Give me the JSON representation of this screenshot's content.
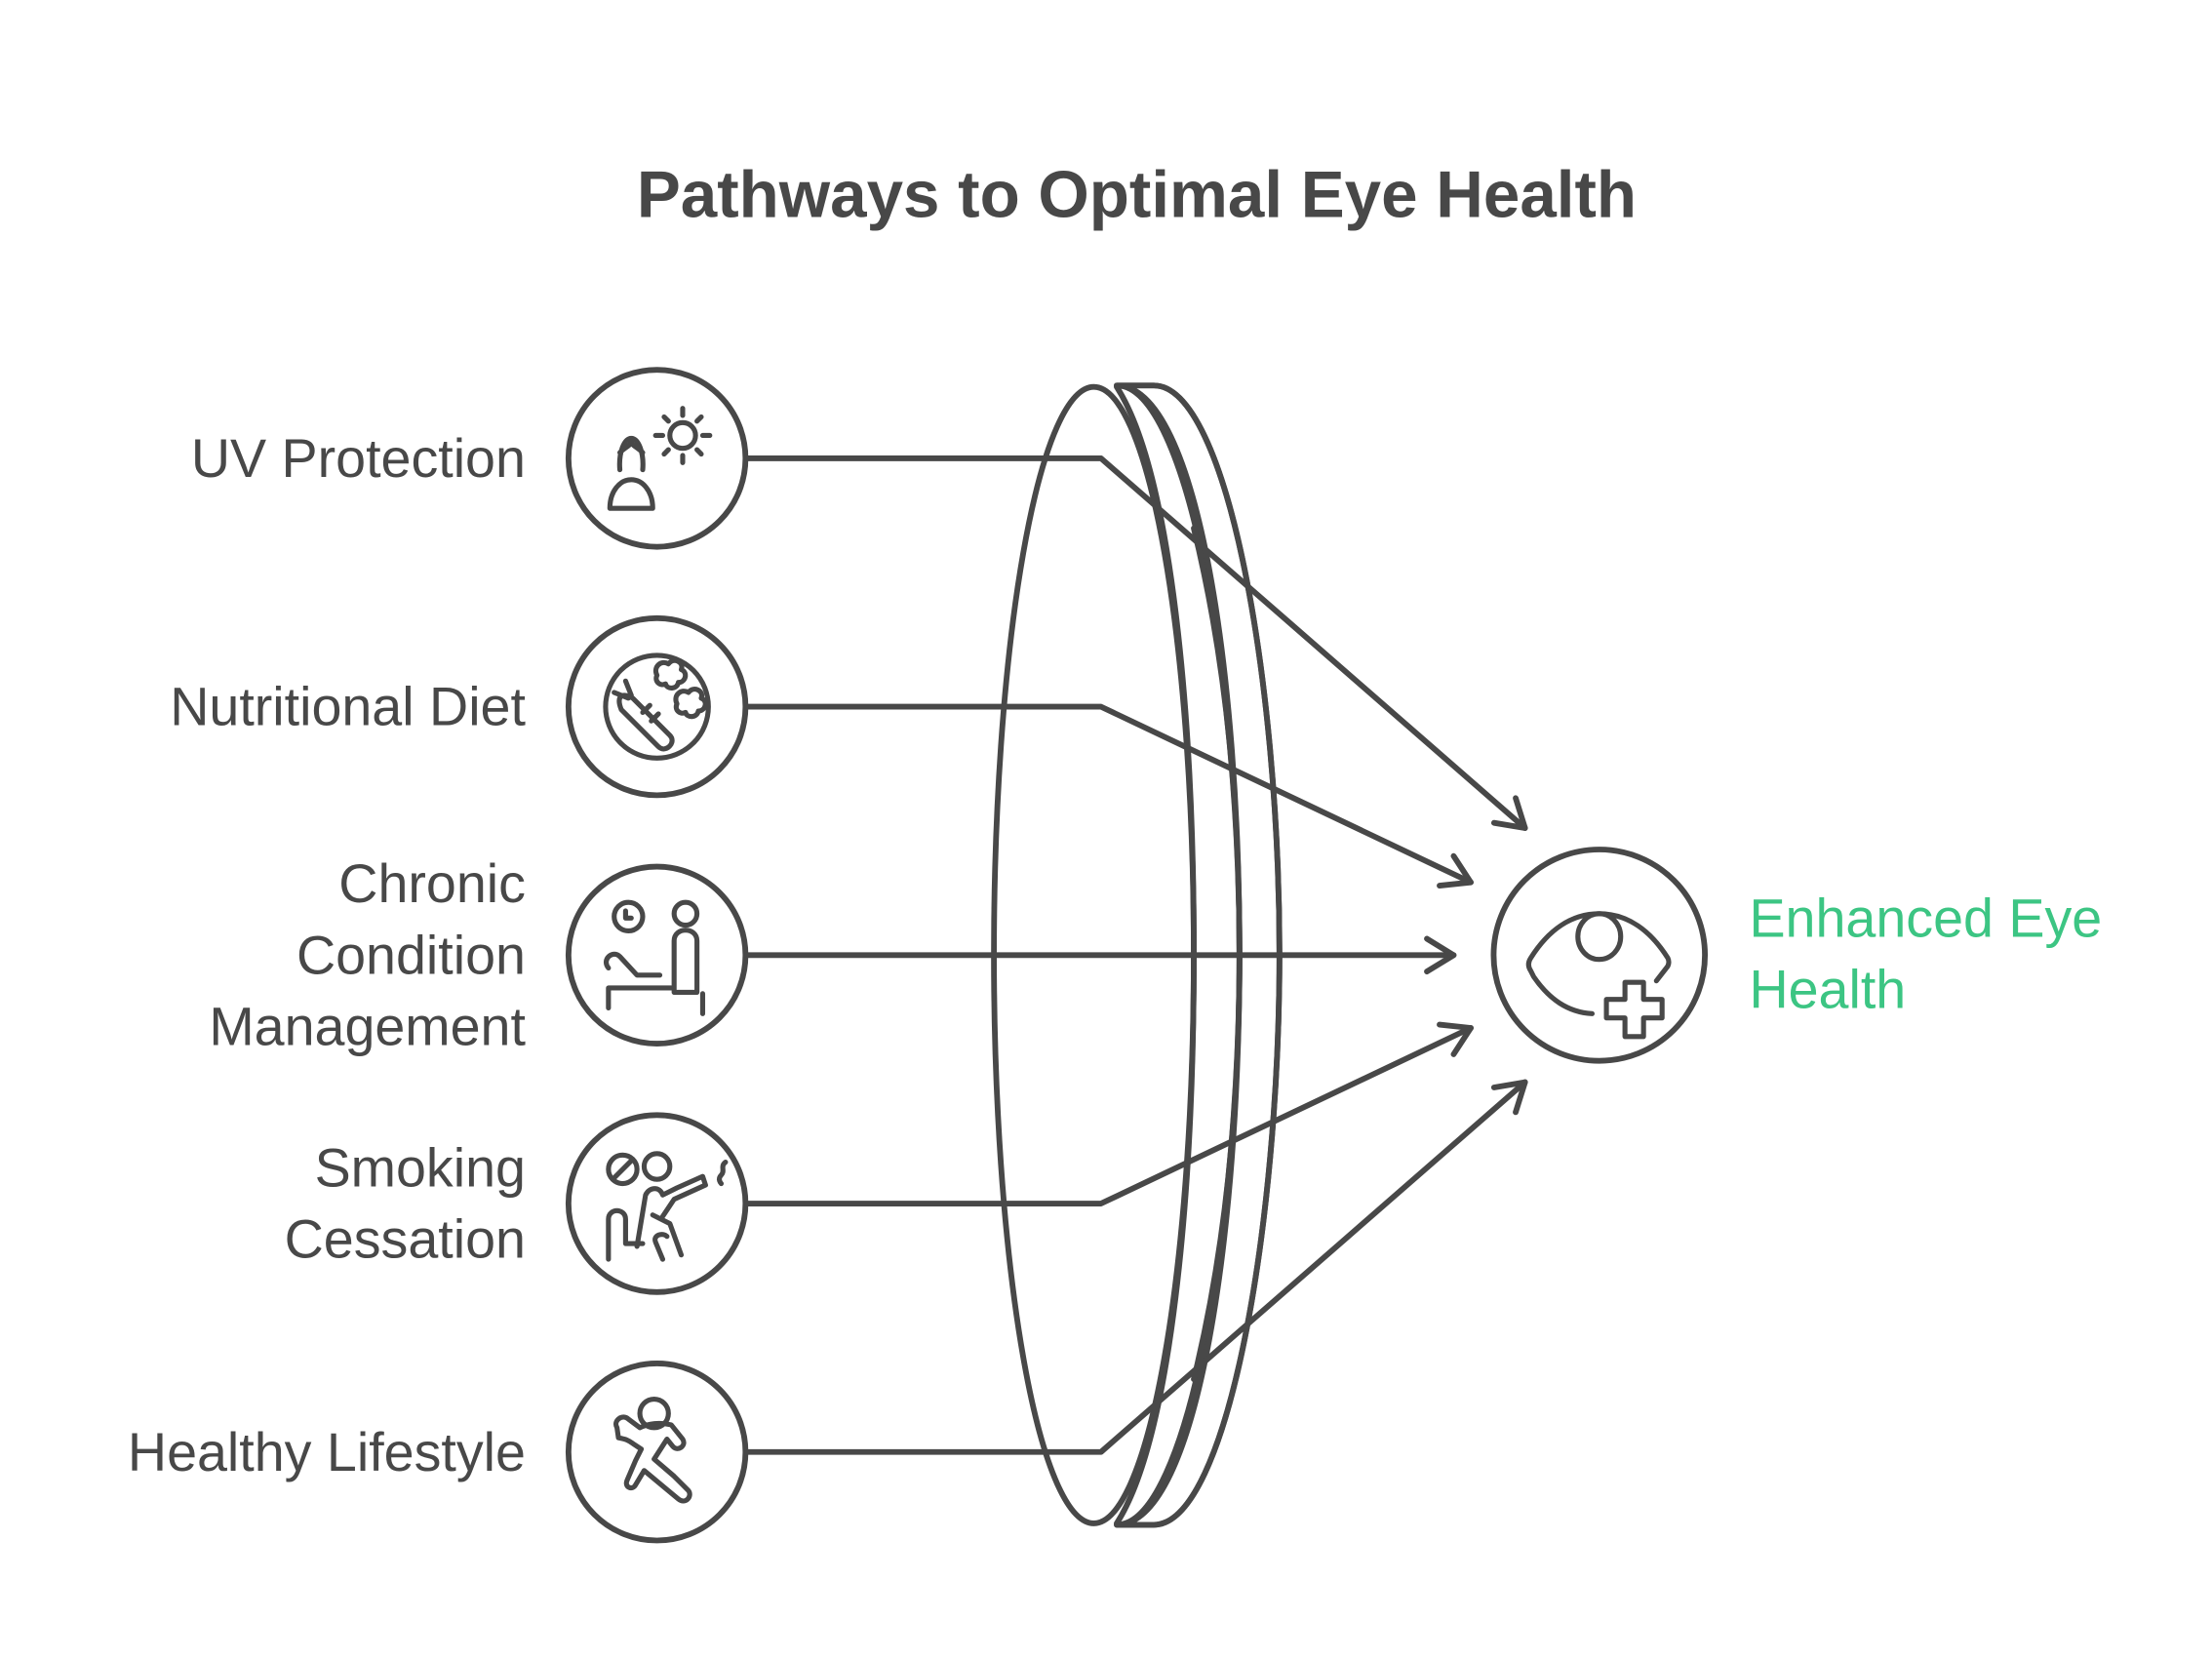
{
  "title": "Pathways to Optimal Eye Health",
  "inputs": [
    {
      "label_lines": [
        "UV Protection"
      ],
      "icon": "person-sun-icon",
      "color_top": "#fff27a",
      "color_bottom": "#ffe41a"
    },
    {
      "label_lines": [
        "Nutritional Diet"
      ],
      "icon": "carrot-plate-icon",
      "color_top": "#ffc48a",
      "color_bottom": "#ff9a3a"
    },
    {
      "label_lines": [
        "Chronic",
        "Condition",
        "Management"
      ],
      "icon": "patient-doctor-clock-icon",
      "color_top": "#ffa3a3",
      "color_bottom": "#ff6262"
    },
    {
      "label_lines": [
        "Smoking",
        "Cessation"
      ],
      "icon": "no-smoking-person-icon",
      "color_top": "#e9aaff",
      "color_bottom": "#c860ff"
    },
    {
      "label_lines": [
        "Healthy Lifestyle"
      ],
      "icon": "running-person-icon",
      "color_top": "#a3c8ff",
      "color_bottom": "#4a8cff"
    }
  ],
  "lens": {
    "fill_top": "#dadada",
    "fill_bottom": "#c4c4c4"
  },
  "output": {
    "label_lines": [
      "Enhanced Eye",
      "Health"
    ],
    "icon": "eye-plus-icon",
    "color": "#3cc583",
    "fill_top": "#dadada",
    "fill_bottom": "#c0c0c0"
  }
}
